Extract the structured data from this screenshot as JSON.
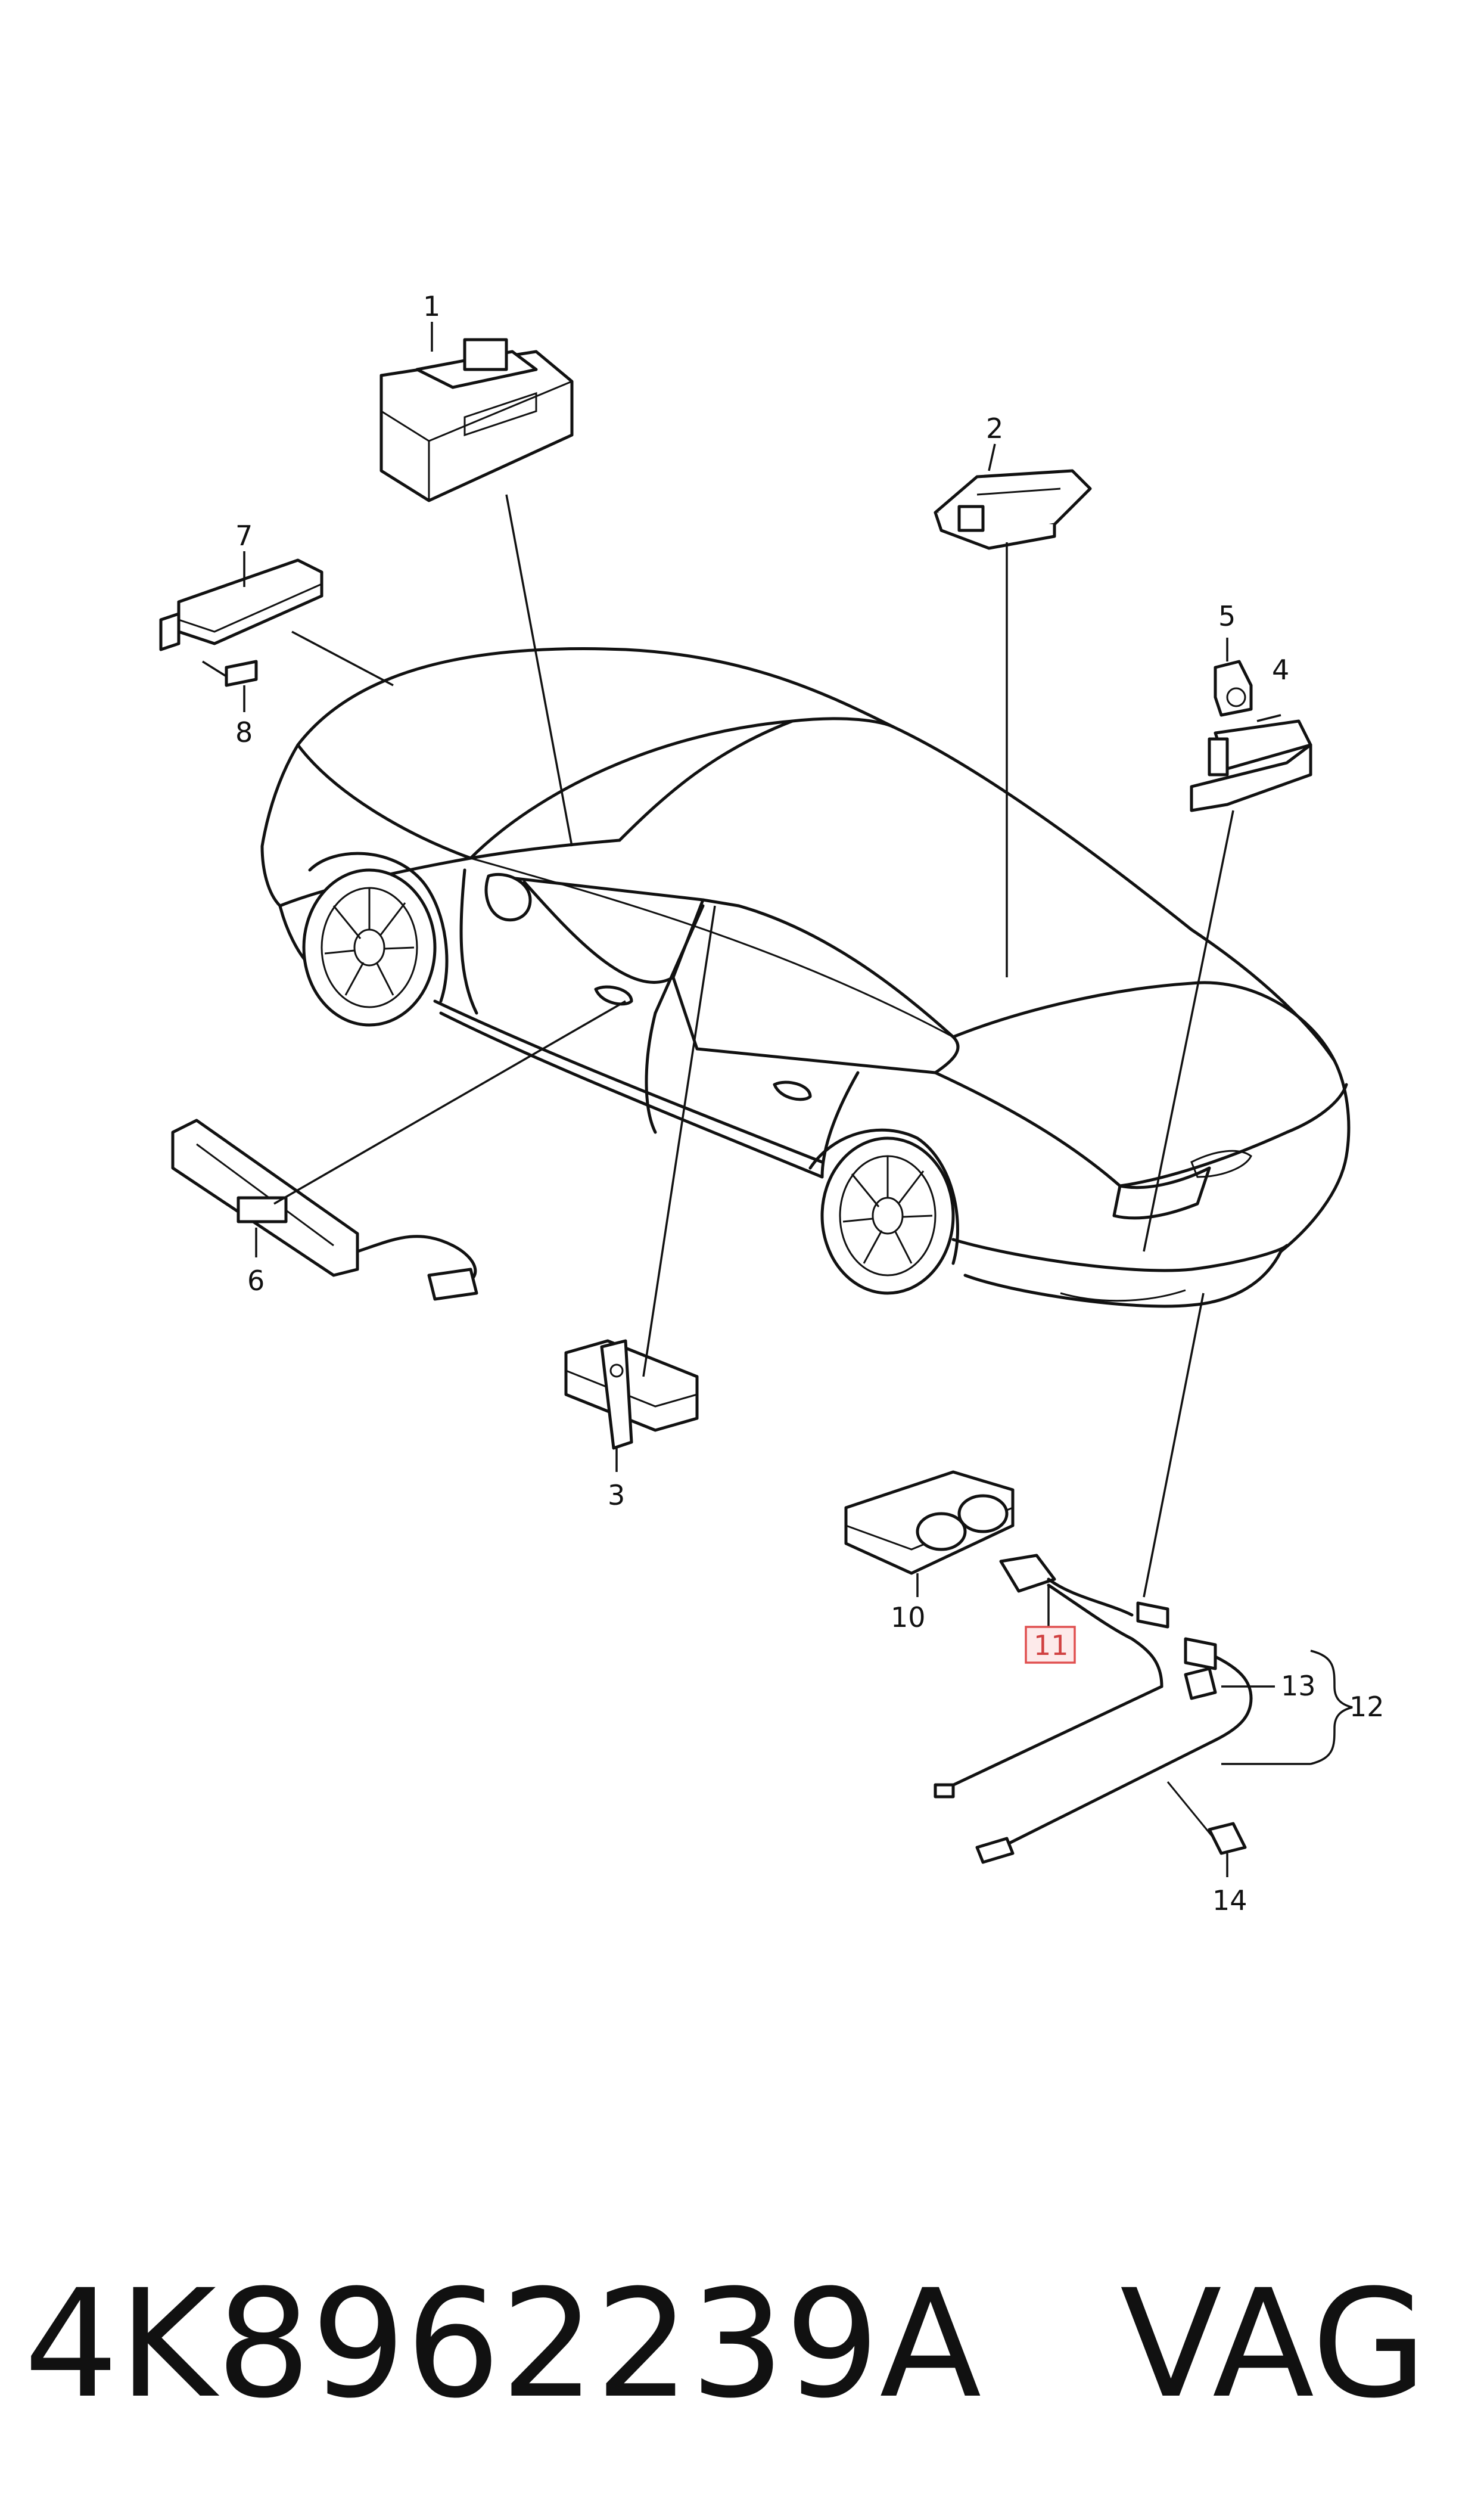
{
  "callouts": [
    {
      "id": "1",
      "label": "1"
    },
    {
      "id": "2",
      "label": "2"
    },
    {
      "id": "3",
      "label": "3"
    },
    {
      "id": "4",
      "label": "4"
    },
    {
      "id": "5",
      "label": "5"
    },
    {
      "id": "6",
      "label": "6"
    },
    {
      "id": "7",
      "label": "7"
    },
    {
      "id": "8",
      "label": "8"
    },
    {
      "id": "10",
      "label": "10"
    },
    {
      "id": "11",
      "label": "11"
    },
    {
      "id": "12",
      "label": "12"
    },
    {
      "id": "13",
      "label": "13"
    },
    {
      "id": "14",
      "label": "14"
    }
  ],
  "highlighted_callout": "11",
  "footer": {
    "part_number": "4K8962239A",
    "brand": "VAG"
  },
  "colors": {
    "line": "#111111",
    "highlight_stroke": "#e05050",
    "highlight_fill": "#fdeaea"
  }
}
